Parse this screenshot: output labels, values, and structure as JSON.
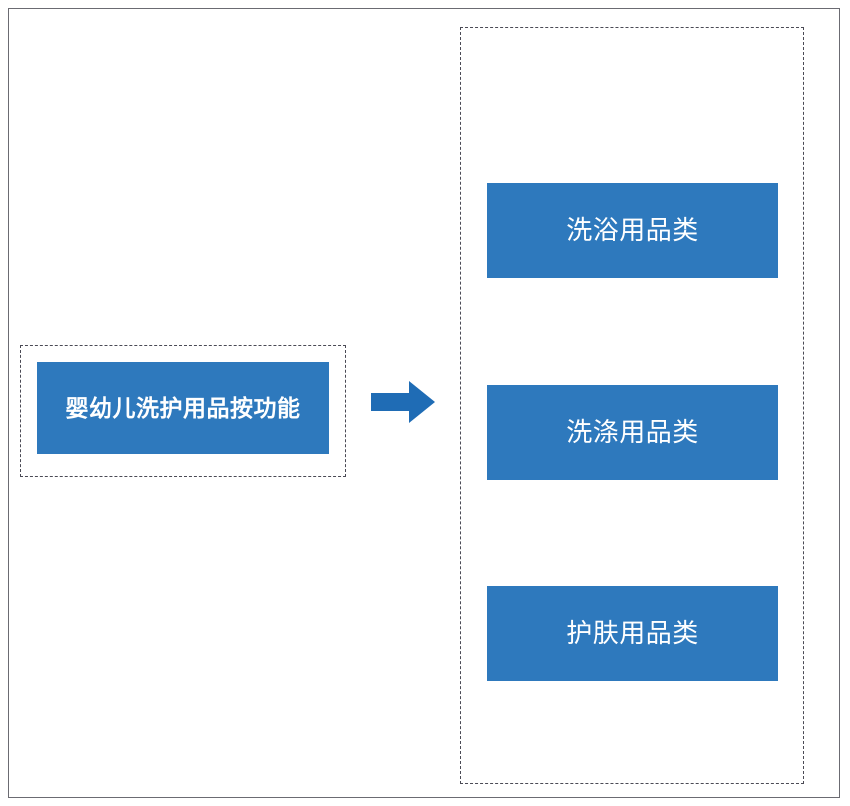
{
  "diagram": {
    "type": "category-breakdown-flow",
    "source": {
      "label": "婴幼儿洗护用品按功能"
    },
    "arrow": {
      "icon_name": "right-block-arrow-icon",
      "direction": "right"
    },
    "categories": [
      {
        "label": "洗浴用品类"
      },
      {
        "label": "洗涤用品类"
      },
      {
        "label": "护肤用品类"
      }
    ],
    "colors": {
      "node_fill": "#2e79bd",
      "node_text": "#ffffff",
      "dashed_border": "#4a4a55",
      "outer_frame": "#6b6b72",
      "arrow_fill": "#1f6cb5",
      "background": "#ffffff"
    }
  }
}
